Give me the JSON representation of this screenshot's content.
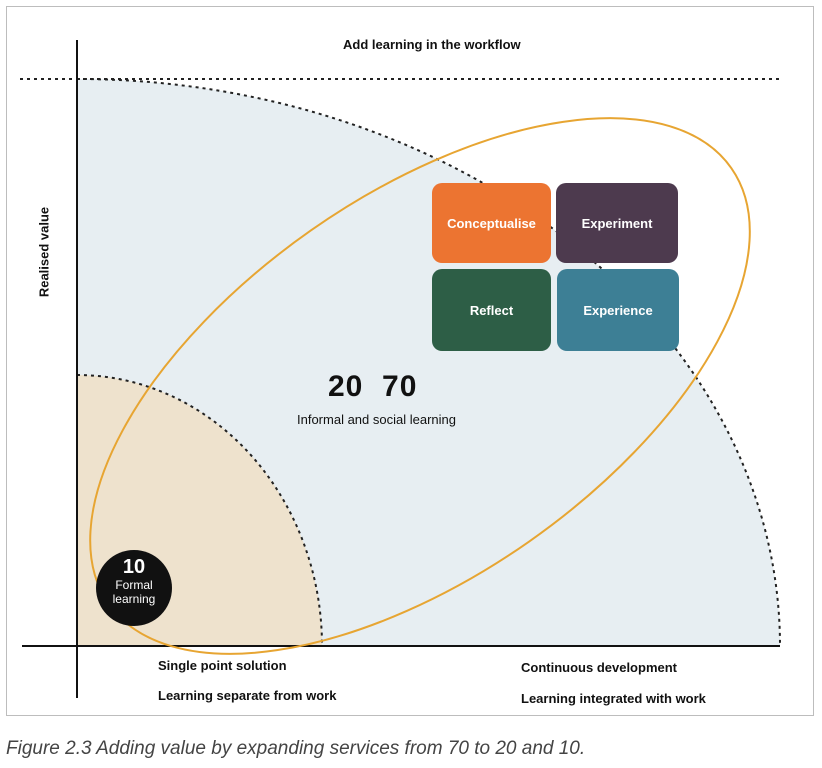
{
  "top_label": "Add learning in the workflow",
  "y_axis_label": "Realised value",
  "x_left_label_1": "Single point solution",
  "x_left_label_2": "Learning separate from work",
  "x_right_label_1": "Continuous development",
  "x_right_label_2": "Learning integrated with work",
  "center_numbers": "20  70",
  "center_text": "Informal and social learning",
  "badge_number": "10",
  "badge_text": "Formal learning",
  "boxes": [
    {
      "label": "Conceptualise",
      "color": "#ec7431"
    },
    {
      "label": "Experiment",
      "color": "#4d3a4e"
    },
    {
      "label": "Reflect",
      "color": "#2d5e46"
    },
    {
      "label": "Experience",
      "color": "#3d7f95"
    }
  ],
  "colors": {
    "outer_region": "#e7eef2",
    "inner_region": "#eee2cd",
    "ellipse_stroke": "#e7a532",
    "axis": "#111111"
  },
  "caption": "Figure 2.3 Adding value by expanding services from 70 to 20 and 10."
}
